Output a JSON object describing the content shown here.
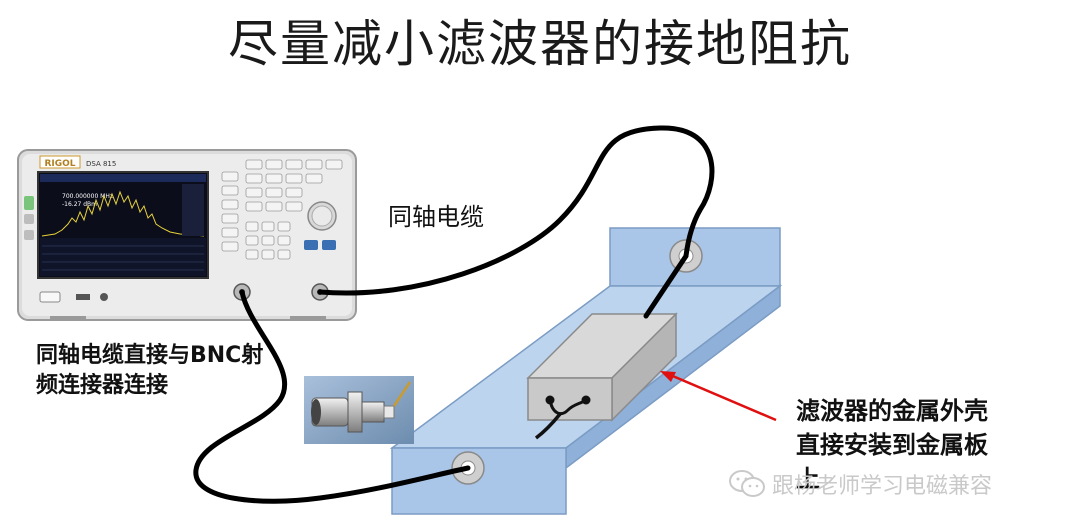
{
  "title": "尽量减小滤波器的接地阻抗",
  "labels": {
    "coax_cable": "同轴电缆",
    "coax_bnc": "同轴电缆直接与BNC射频连接器连接",
    "filter_mount": "滤波器的金属外壳直接安装到金属板上"
  },
  "analyzer": {
    "brand": "RIGOL",
    "model": "DSA 815",
    "readout_freq": "700.000000 MHz",
    "readout_level": "-16.27 dBm"
  },
  "watermark": "跟杨老师学习电磁兼容",
  "colors": {
    "plate": "#a9c6e8",
    "plate_edge": "#7b9cc4",
    "filter_box": "#c9c9c9",
    "arrow": "#e01010",
    "cable": "#000000"
  }
}
